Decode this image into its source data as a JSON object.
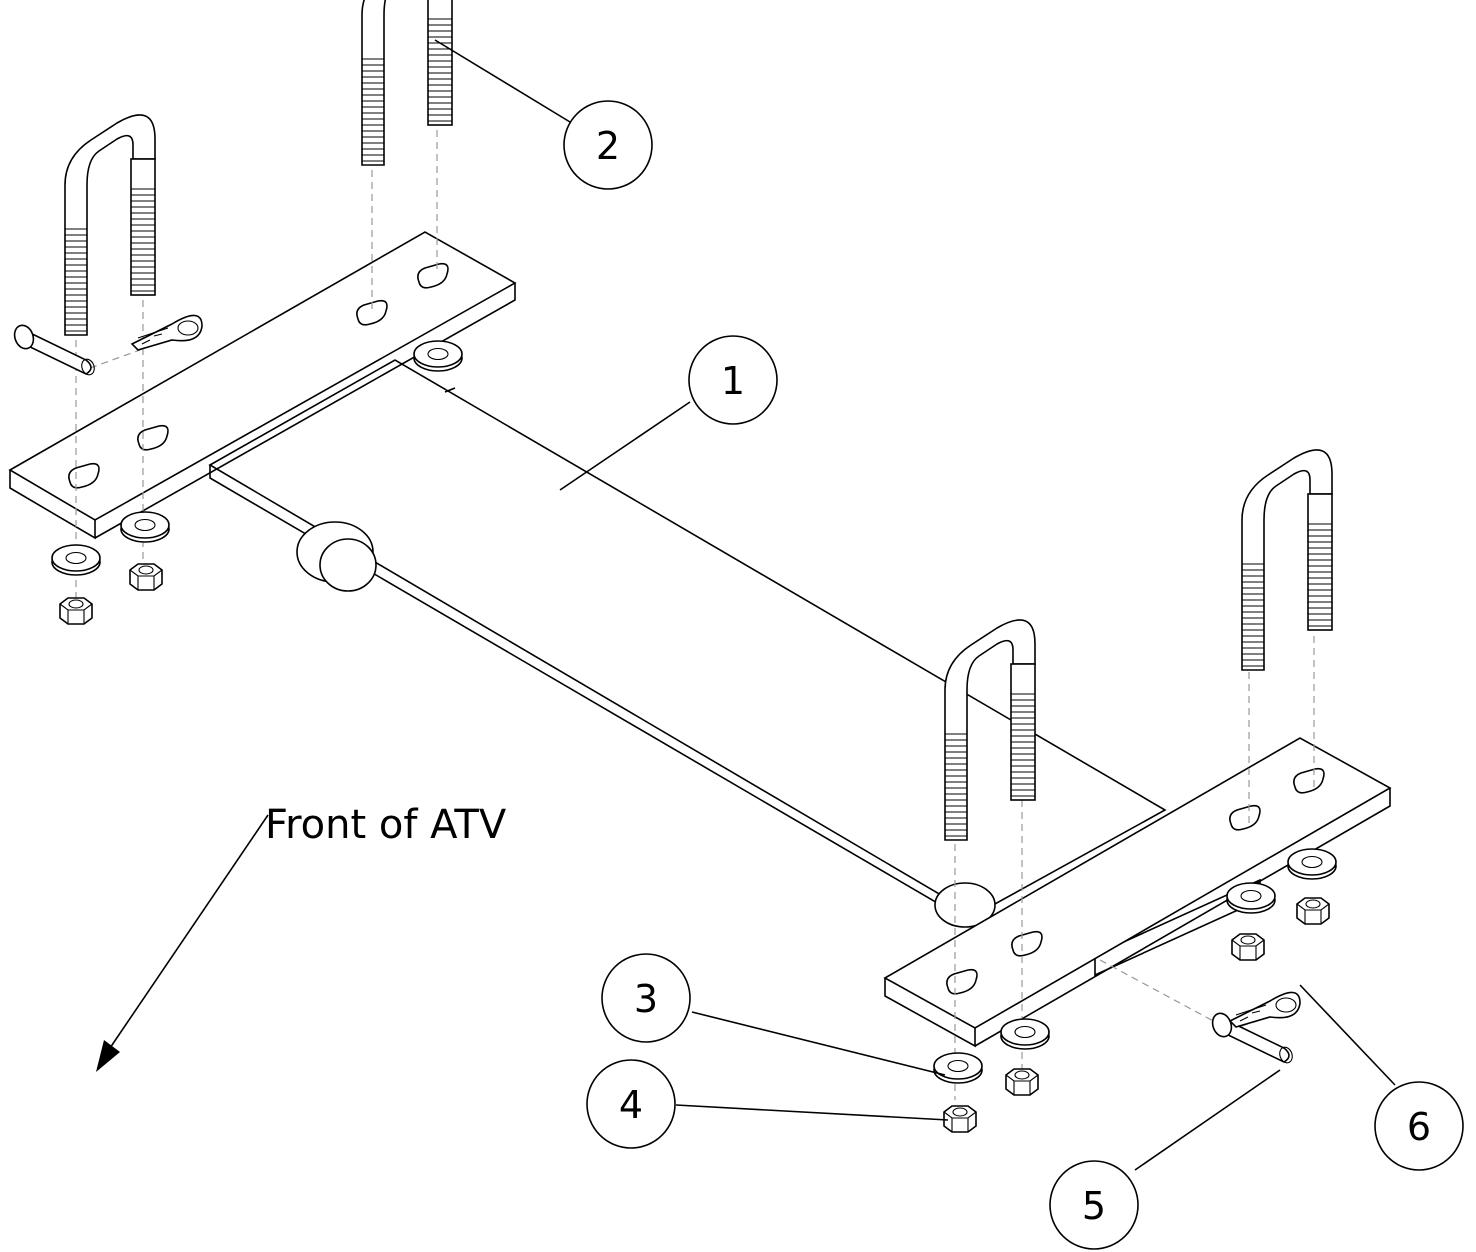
{
  "diagram": {
    "callouts": [
      {
        "id": "callout-1",
        "label": "1"
      },
      {
        "id": "callout-2",
        "label": "2"
      },
      {
        "id": "callout-3",
        "label": "3"
      },
      {
        "id": "callout-4",
        "label": "4"
      },
      {
        "id": "callout-5",
        "label": "5"
      },
      {
        "id": "callout-6",
        "label": "6"
      }
    ],
    "front_label": "Front of ATV",
    "parts": {
      "main_plate": "main-plate",
      "crossbar": "crossbar",
      "u_bolt": "u-bolt",
      "flat_washer": "flat-washer",
      "hex_nut": "hex-nut",
      "hitch_pin": "hitch-pin",
      "cotter_clip": "cotter-clip"
    },
    "colors": {
      "line": "#000000",
      "hidden_line": "#999999",
      "background": "#ffffff"
    }
  }
}
